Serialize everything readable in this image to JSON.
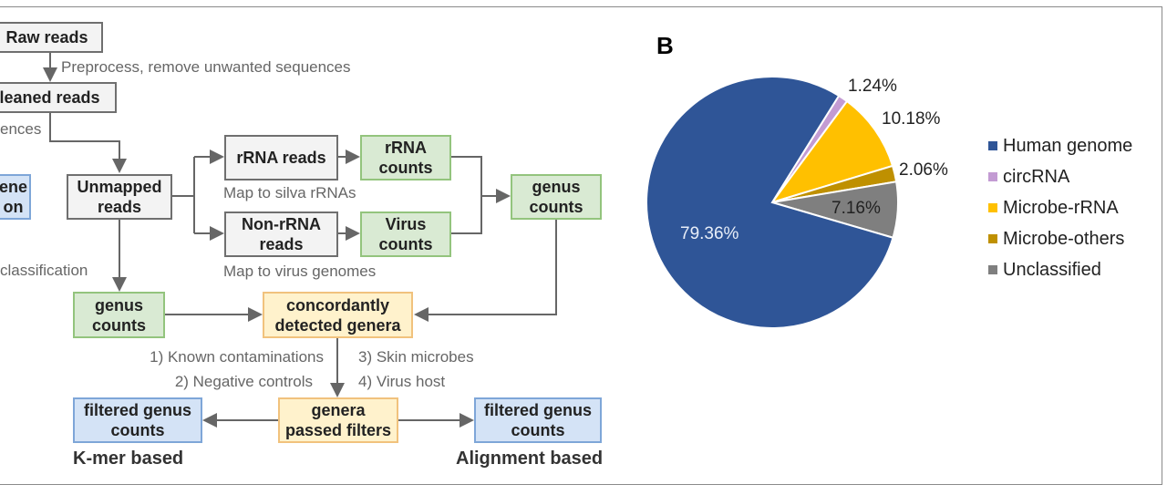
{
  "diagram": {
    "boxes": {
      "raw_reads": "Raw reads",
      "cleaned_reads": "Cleaned reads",
      "gene_partial": "ene\non",
      "unmapped_reads": "Unmapped\nreads",
      "rrna_reads": "rRNA reads",
      "rrna_counts": "rRNA\ncounts",
      "non_rrna_reads": "Non-rRNA\nreads",
      "virus_counts": "Virus\ncounts",
      "genus_counts_right": "genus\ncounts",
      "genus_counts_left": "genus\ncounts",
      "concordant": "concordantly\ndetected genera",
      "genera_passed": "genera\npassed filters",
      "filtered_left": "filtered genus\ncounts",
      "filtered_right": "filtered genus\ncounts"
    },
    "labels": {
      "preprocess": "Preprocess, remove unwanted sequences",
      "sequences_partial": "ences",
      "map_silva": "Map to silva rRNAs",
      "map_virus": "Map to virus genomes",
      "classification_partial": "classification",
      "filter1": "1) Known contaminations",
      "filter2": "2) Negative controls",
      "filter3": "3) Skin microbes",
      "filter4": "4) Virus host"
    },
    "footers": {
      "kmer": "K-mer based",
      "alignment": "Alignment based"
    }
  },
  "chart_data": {
    "type": "pie",
    "panel_label": "B",
    "categories": [
      "Human genome",
      "circRNA",
      "Microbe-rRNA",
      "Microbe-others",
      "Unclassified"
    ],
    "values": [
      79.36,
      1.24,
      10.18,
      2.06,
      7.16
    ],
    "data_labels": [
      "79.36%",
      "1.24%",
      "10.18%",
      "2.06%",
      "7.16%"
    ],
    "colors": [
      "#2f5597",
      "#c39bd3",
      "#ffc000",
      "#bf9000",
      "#7f7f7f"
    ],
    "legend_position": "right"
  }
}
